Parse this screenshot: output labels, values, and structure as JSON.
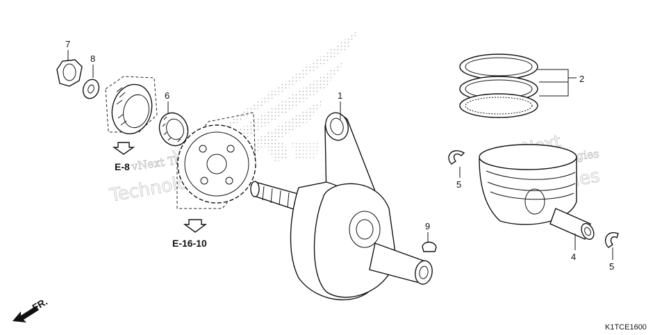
{
  "callouts": {
    "c1": "1",
    "c2": "2",
    "c4": "4",
    "c5a": "5",
    "c5b": "5",
    "c6": "6",
    "c7": "7",
    "c8": "8",
    "c9": "9"
  },
  "references": {
    "e8": "E-8",
    "e1610": "E-16-10"
  },
  "direction_label": "FR.",
  "diagram_code": "K1TCE1600",
  "watermarks": {
    "left_line1": "vNext Technologies",
    "left_line2": "Technologies",
    "right_line1": "vNext Technologies",
    "right_line2": "Technologies",
    "left_big": "vNext",
    "right_big": "vNext"
  }
}
